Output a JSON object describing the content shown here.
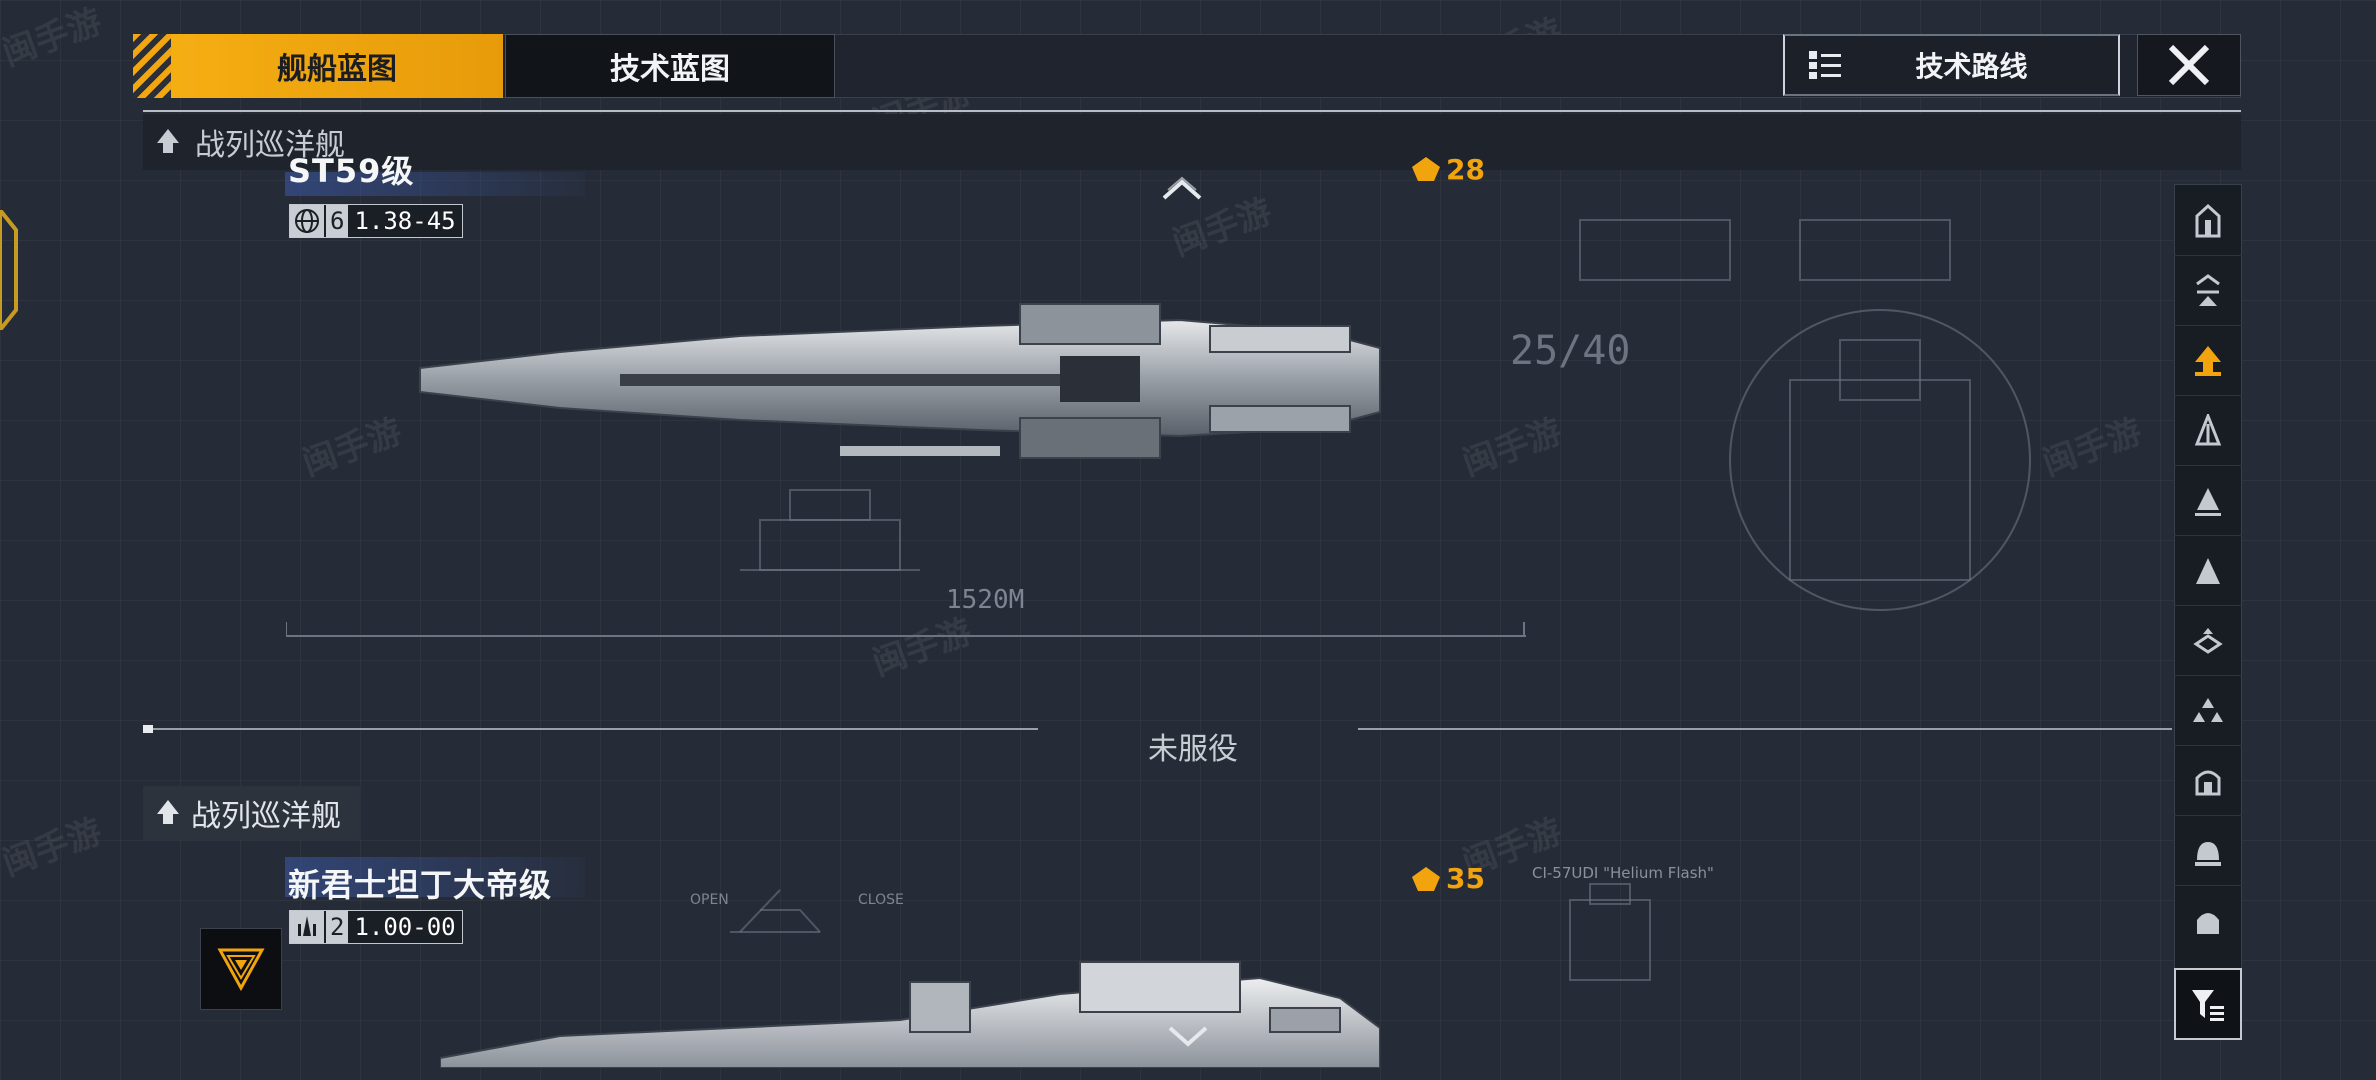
{
  "tabs": {
    "ship_blueprint": "舰船蓝图",
    "tech_blueprint": "技术蓝图"
  },
  "tech_route": {
    "label": "技术路线"
  },
  "sections": {
    "upper_category": "战列巡洋舰",
    "lower_category": "战列巡洋舰",
    "divider": "未服役"
  },
  "ships": [
    {
      "name": "ST59级",
      "stat_count": "6",
      "stat_value": "1.38-45",
      "cost": "28",
      "length": "1520M",
      "size_mark": "25/40"
    },
    {
      "name": "新君士坦丁大帝级",
      "stat_count": "2",
      "stat_value": "1.00-00",
      "cost": "35",
      "module_name": "CI-57UDI \"Helium Flash\"",
      "labels": [
        "OPEN",
        "CLOSE"
      ]
    }
  ],
  "side_filters": [
    "carrier-icon",
    "frigate-icon",
    "battlecruiser-icon",
    "destroyer-icon",
    "cruiser-icon",
    "corvette-icon",
    "auxiliary-icon",
    "fleet-icon",
    "station-icon",
    "dome-icon",
    "shield-icon"
  ],
  "colors": {
    "accent": "#f2a40f",
    "background": "#262c37",
    "panel": "#1e232c"
  }
}
